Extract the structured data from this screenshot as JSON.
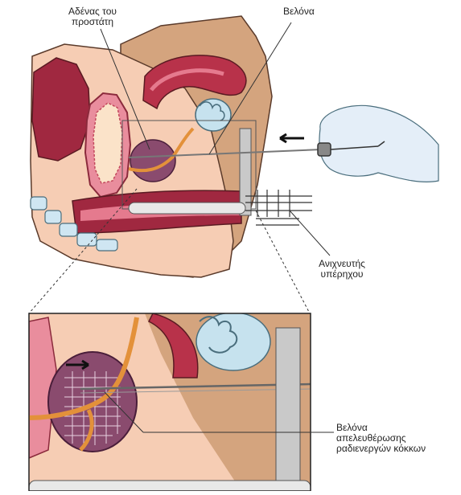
{
  "labels": {
    "prostate": "Αδένας του\nπροστάτη",
    "needle": "Βελόνα",
    "probe": "Ανιχνευτής\nυπέρηχου",
    "seed_needle": "Βελόνα\nαπελευθέρωσης\nραδιενεργών κόκκων"
  },
  "colors": {
    "skin": "#f6cdb4",
    "tissue_tan": "#d4a47e",
    "rectum_red": "#b8324a",
    "bladder_pink": "#e57a8e",
    "prostate_purple": "#8a4b6e",
    "urethra_orange": "#e3913a",
    "bone_blue": "#cfe6f2",
    "probe_gray": "#c9c9c9",
    "glove_blue": "#e4eef8"
  }
}
